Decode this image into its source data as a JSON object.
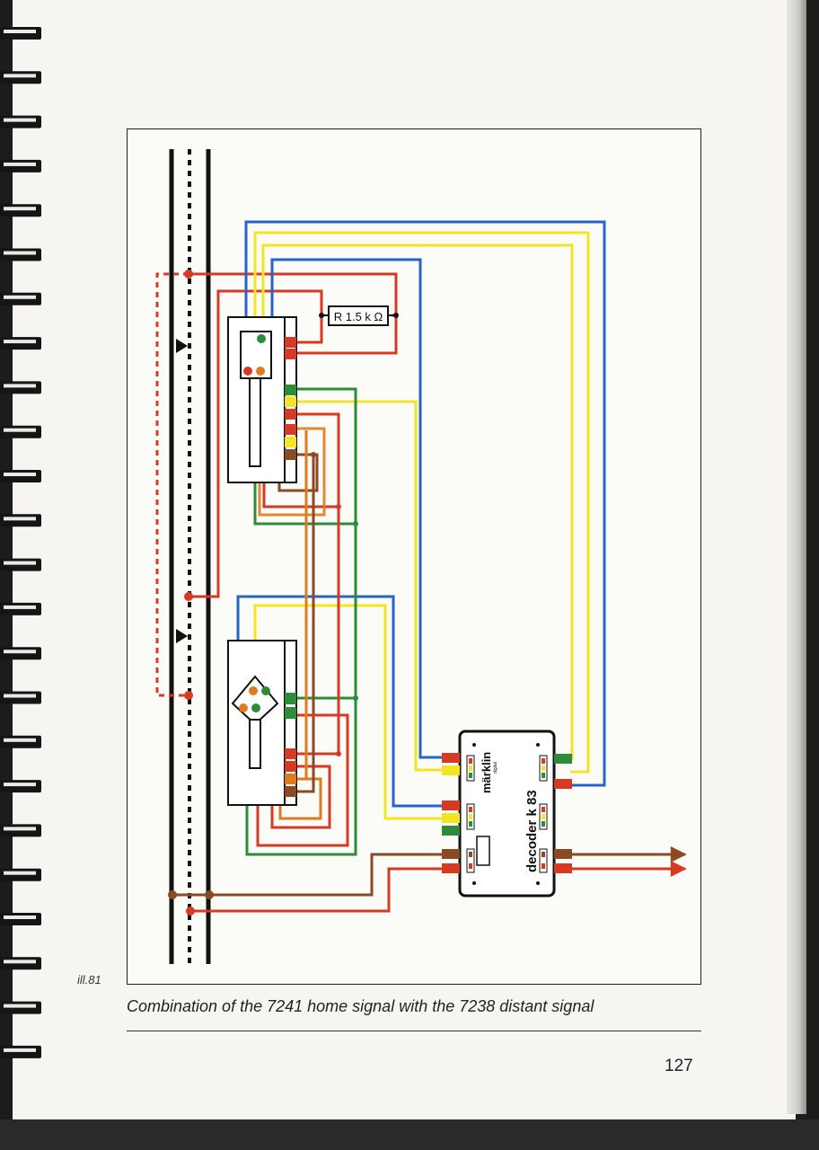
{
  "figure": {
    "label": "ill.81",
    "caption": "Combination of the 7241 home signal with the 7238 distant signal"
  },
  "page_number": "127",
  "diagram": {
    "resistor_label": "R 1.5 k Ω",
    "decoder_brand": "märklin",
    "decoder_brand_sub": "digital",
    "decoder_model": "decoder k 83"
  },
  "colors": {
    "red": "#d63a24",
    "green": "#2e8b3a",
    "yellow": "#f2e526",
    "blue": "#2763c9",
    "brown": "#8a4a24",
    "orange": "#e07a1e",
    "track": "#111111"
  }
}
